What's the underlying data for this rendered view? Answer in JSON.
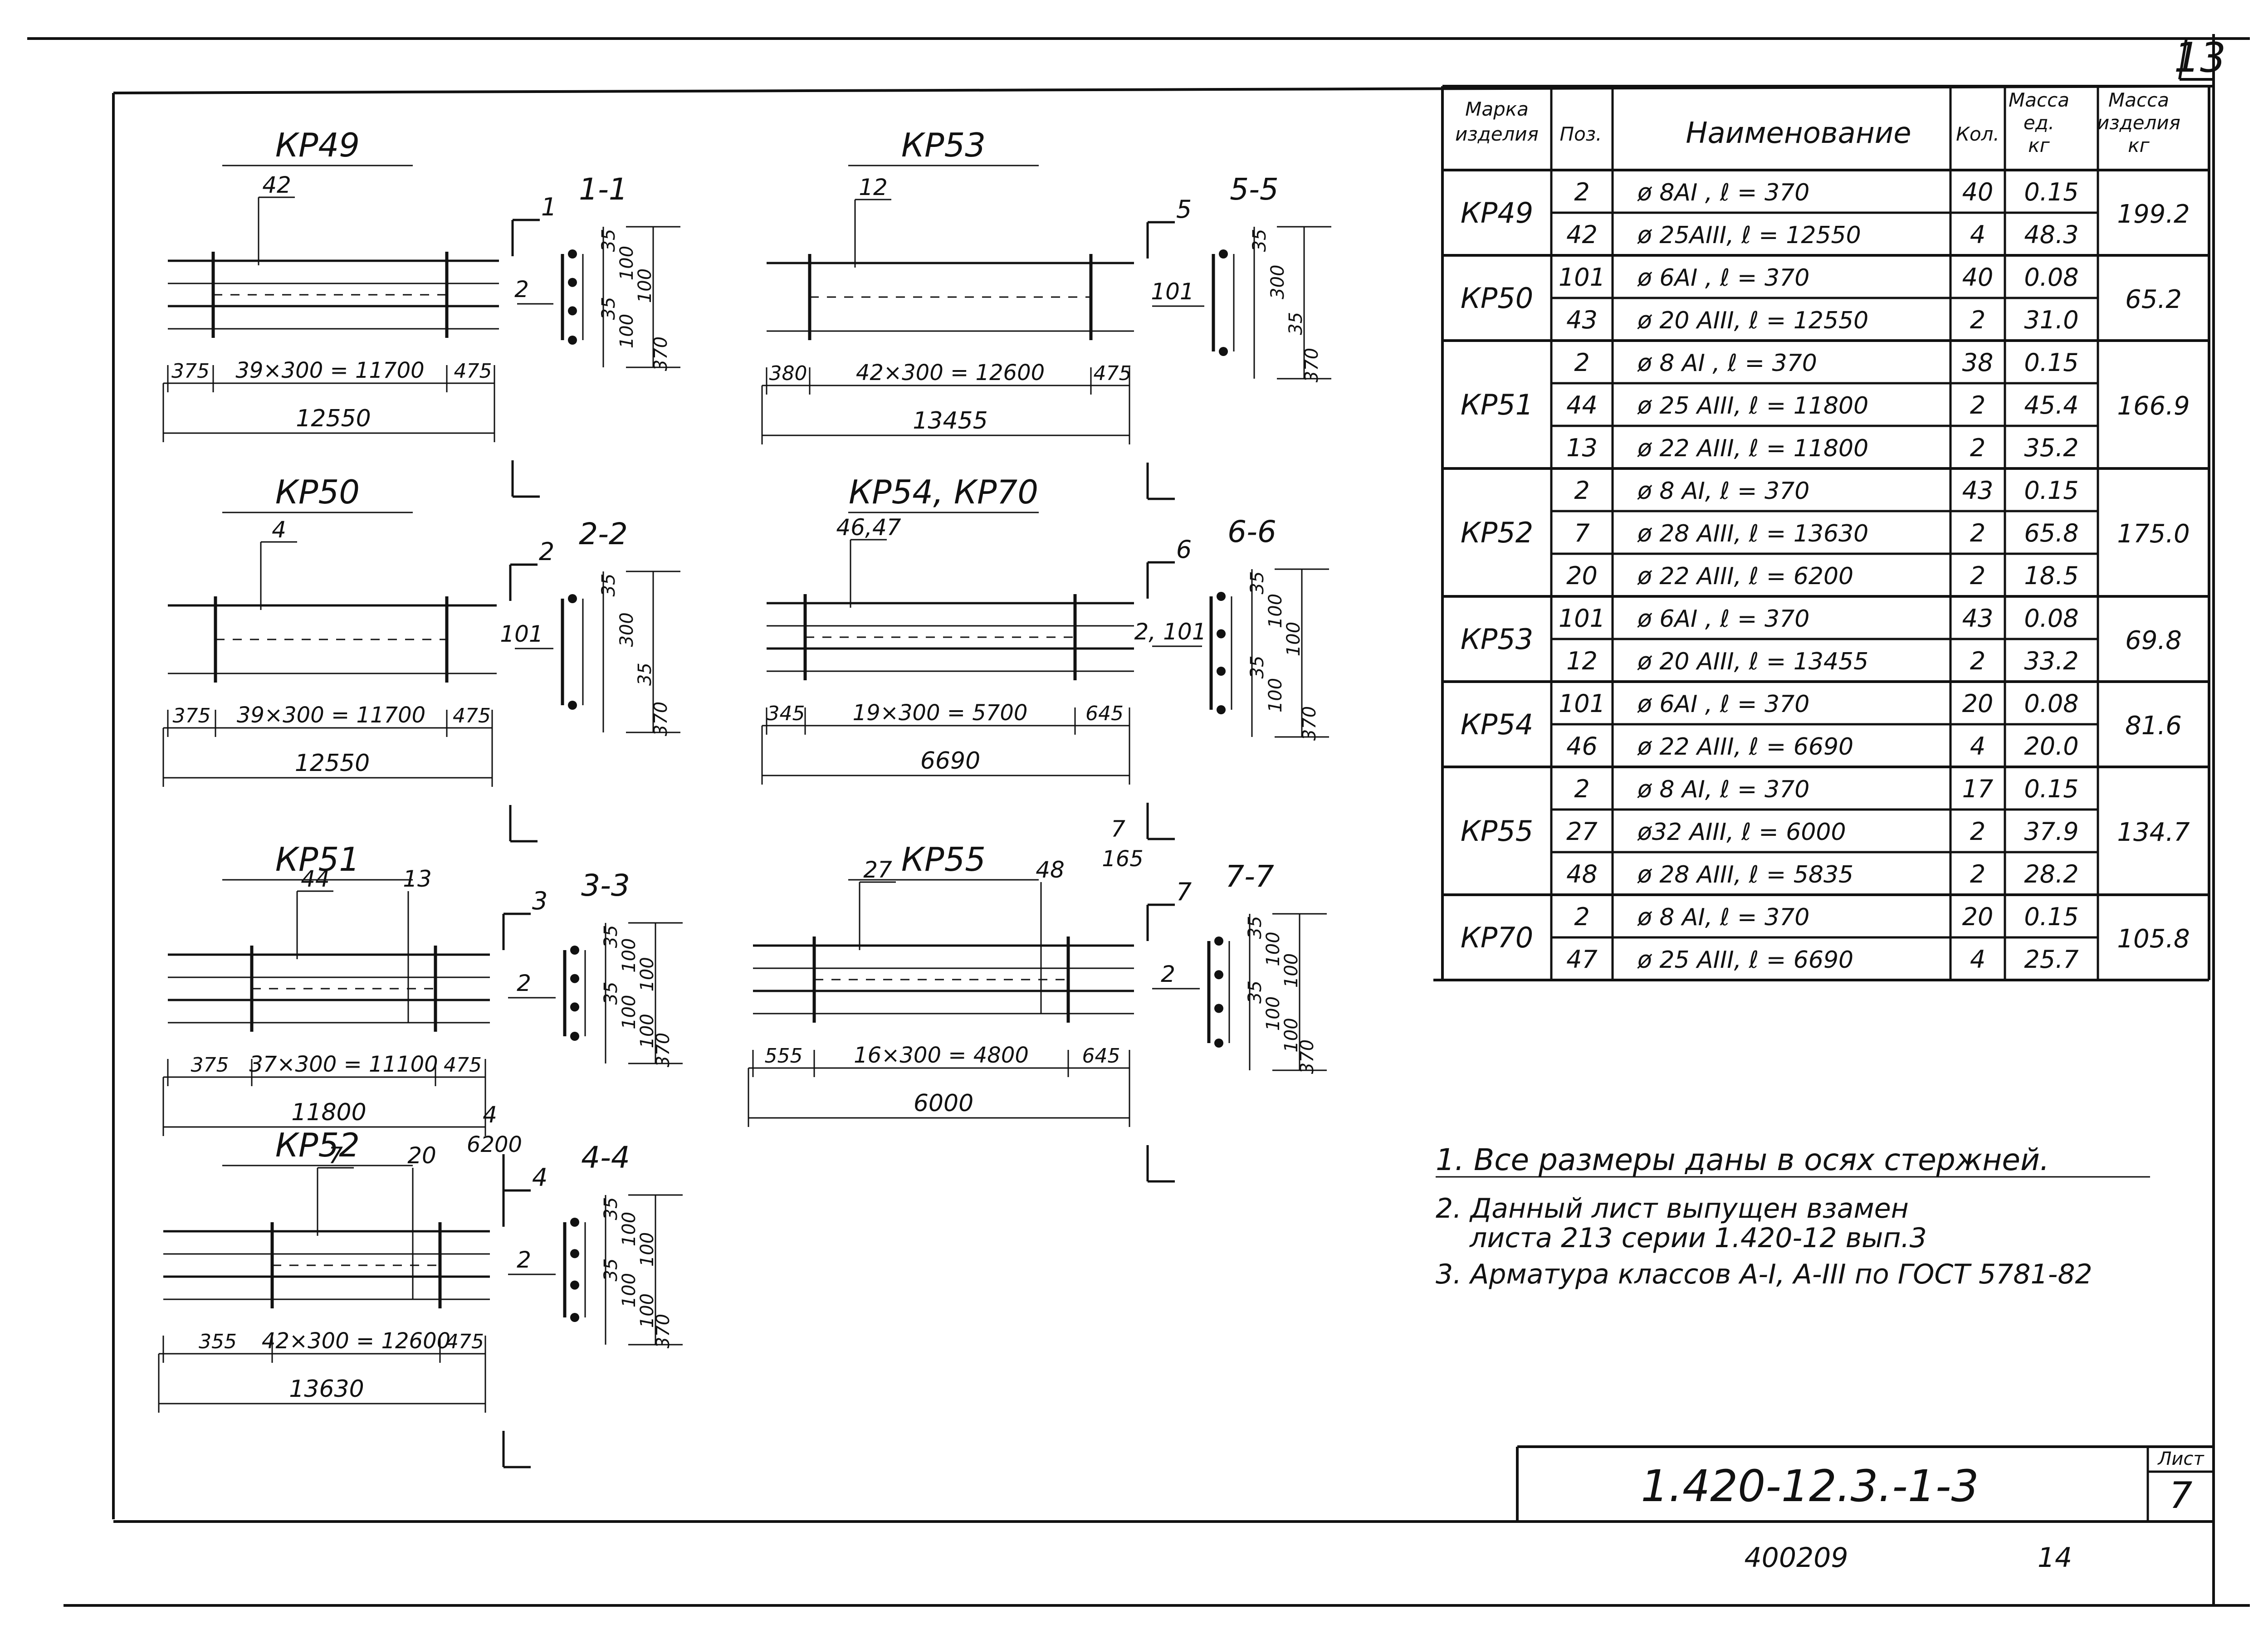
{
  "sheet": {
    "page_number": "13",
    "code": "1.420-12.3.-1-3",
    "list_label": "Лист",
    "list_number": "7",
    "inventory": "400209",
    "inventory_sheet": "14"
  },
  "table": {
    "headers": {
      "mark": [
        "Марка",
        "изделия"
      ],
      "pos": "Поз.",
      "name": "Наименование",
      "qty": "Кол.",
      "mass_unit": [
        "Масса",
        "ед.",
        "кг"
      ],
      "mass_item": [
        "Масса",
        "изделия",
        "кг"
      ]
    },
    "groups": [
      {
        "mark": "КР49",
        "mass": "199.2",
        "rows": [
          {
            "pos": "2",
            "name": "ø 8AI , ℓ = 370",
            "qty": "40",
            "unit": "0.15"
          },
          {
            "pos": "42",
            "name": "ø 25AIII, ℓ = 12550",
            "qty": "4",
            "unit": "48.3"
          }
        ]
      },
      {
        "mark": "КР50",
        "mass": "65.2",
        "rows": [
          {
            "pos": "101",
            "name": "ø 6AI , ℓ = 370",
            "qty": "40",
            "unit": "0.08"
          },
          {
            "pos": "43",
            "name": "ø 20 AIII, ℓ = 12550",
            "qty": "2",
            "unit": "31.0"
          }
        ]
      },
      {
        "mark": "КР51",
        "mass": "166.9",
        "rows": [
          {
            "pos": "2",
            "name": "ø 8 AI , ℓ = 370",
            "qty": "38",
            "unit": "0.15"
          },
          {
            "pos": "44",
            "name": "ø 25 AIII, ℓ = 11800",
            "qty": "2",
            "unit": "45.4"
          },
          {
            "pos": "13",
            "name": "ø 22 AIII, ℓ = 11800",
            "qty": "2",
            "unit": "35.2"
          }
        ]
      },
      {
        "mark": "КР52",
        "mass": "175.0",
        "rows": [
          {
            "pos": "2",
            "name": "ø 8 AI, ℓ = 370",
            "qty": "43",
            "unit": "0.15"
          },
          {
            "pos": "7",
            "name": "ø 28 AIII, ℓ = 13630",
            "qty": "2",
            "unit": "65.8"
          },
          {
            "pos": "20",
            "name": "ø 22 AIII, ℓ = 6200",
            "qty": "2",
            "unit": "18.5"
          }
        ]
      },
      {
        "mark": "КР53",
        "mass": "69.8",
        "rows": [
          {
            "pos": "101",
            "name": "ø 6AI , ℓ = 370",
            "qty": "43",
            "unit": "0.08"
          },
          {
            "pos": "12",
            "name": "ø 20 AIII, ℓ = 13455",
            "qty": "2",
            "unit": "33.2"
          }
        ]
      },
      {
        "mark": "КР54",
        "mass": "81.6",
        "rows": [
          {
            "pos": "101",
            "name": "ø 6AI , ℓ = 370",
            "qty": "20",
            "unit": "0.08"
          },
          {
            "pos": "46",
            "name": "ø 22 AIII, ℓ = 6690",
            "qty": "4",
            "unit": "20.0"
          }
        ]
      },
      {
        "mark": "КР55",
        "mass": "134.7",
        "rows": [
          {
            "pos": "2",
            "name": "ø 8 AI, ℓ = 370",
            "qty": "17",
            "unit": "0.15"
          },
          {
            "pos": "27",
            "name": "ø32 AIII, ℓ = 6000",
            "qty": "2",
            "unit": "37.9"
          },
          {
            "pos": "48",
            "name": "ø 28 AIII, ℓ = 5835",
            "qty": "2",
            "unit": "28.2"
          }
        ]
      },
      {
        "mark": "КР70",
        "mass": "105.8",
        "rows": [
          {
            "pos": "2",
            "name": "ø 8 AI, ℓ = 370",
            "qty": "20",
            "unit": "0.15"
          },
          {
            "pos": "47",
            "name": "ø 25 AIII, ℓ = 6690",
            "qty": "4",
            "unit": "25.7"
          }
        ]
      }
    ]
  },
  "notes": [
    "1. Все размеры даны в осях стержней.",
    "2. Данный лист выпущен взамен",
    "листа 213 серии 1.420-12 вып.3",
    "3. Арматура классов А-I, А-III по ГОСТ 5781-82"
  ],
  "drawings": [
    {
      "title": "КР49",
      "callout": "42",
      "dim_left": "375",
      "dim_mid": "39×300 = 11700",
      "dim_right": "475",
      "dim_total": "12550",
      "sec_label": "1-1",
      "sec_mark": "1",
      "sec_pos": "2",
      "sec_dims": [
        "35",
        "100",
        "100",
        "35",
        "100",
        "370"
      ]
    },
    {
      "title": "КР50",
      "callout": "4",
      "dim_left": "375",
      "dim_mid": "39×300 = 11700",
      "dim_right": "475",
      "dim_total": "12550",
      "sec_label": "2-2",
      "sec_mark": "2",
      "sec_pos": "101",
      "sec_dims": [
        "35",
        "300",
        "35",
        "370"
      ]
    },
    {
      "title": "КР51",
      "callout": "44",
      "callout2": "13",
      "dim_left": "375",
      "dim_mid": "37×300 = 11100",
      "dim_right": "475",
      "dim_total": "11800",
      "sec_label": "3-3",
      "sec_mark": "3",
      "sec_pos": "2",
      "sec_dims": [
        "35",
        "100",
        "100",
        "35",
        "100",
        "100",
        "370"
      ]
    },
    {
      "title": "КР52",
      "callout": "7",
      "callout2": "20",
      "callout3": "4",
      "callout4": "6200",
      "dim_left": "355",
      "dim_mid": "42×300 = 12600",
      "dim_right": "475",
      "dim_total": "13630",
      "sec_label": "4-4",
      "sec_mark": "4",
      "sec_pos": "2",
      "sec_dims": [
        "35",
        "100",
        "100",
        "35",
        "100",
        "100",
        "370"
      ]
    },
    {
      "title": "КР53",
      "callout": "12",
      "dim_left": "380",
      "dim_mid": "42×300 = 12600",
      "dim_right": "475",
      "dim_total": "13455",
      "sec_label": "5-5",
      "sec_mark": "5",
      "sec_pos": "101",
      "sec_dims": [
        "35",
        "300",
        "35",
        "370"
      ]
    },
    {
      "title": "КР54, КР70",
      "callout": "46,47",
      "dim_left": "345",
      "dim_mid": "19×300 = 5700",
      "dim_right": "645",
      "dim_total": "6690",
      "sec_label": "6-6",
      "sec_mark": "6",
      "sec_pos": "2, 101",
      "sec_dims": [
        "35",
        "100",
        "100",
        "35",
        "100",
        "370"
      ]
    },
    {
      "title": "КР55",
      "callout": "27",
      "callout2": "48",
      "callout3": "7",
      "callout4": "165",
      "dim_left": "555",
      "dim_mid": "16×300 = 4800",
      "dim_right": "645",
      "dim_total": "6000",
      "sec_label": "7-7",
      "sec_mark": "7",
      "sec_pos": "2",
      "sec_dims": [
        "35",
        "100",
        "100",
        "35",
        "100",
        "100",
        "370"
      ]
    }
  ]
}
